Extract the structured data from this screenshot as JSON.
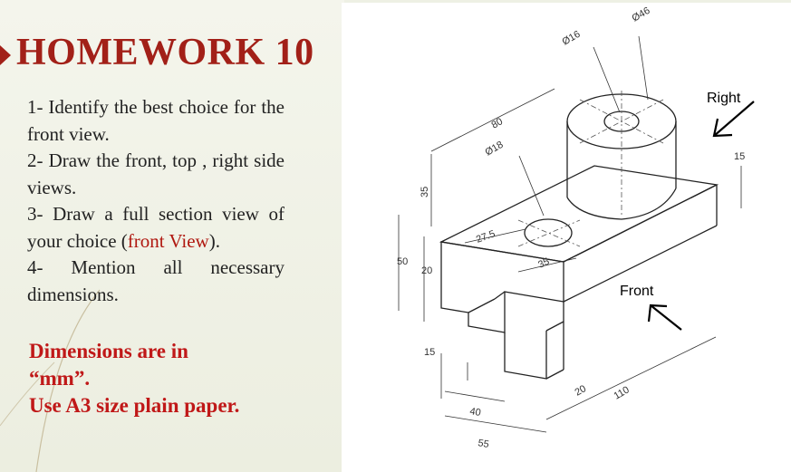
{
  "slide": {
    "title": "HOMEWORK 10",
    "instructions": {
      "item1": "1- Identify the best choice for the front view.",
      "item2": "2- Draw the front, top , right side views.",
      "item3_prefix": "3- Draw a full section view of your choice (",
      "item3_highlight": "front View",
      "item3_suffix": ").",
      "item4": "4- Mention all necessary dimensions."
    },
    "notes": {
      "line1": "Dimensions are in",
      "line2": "“mm”.",
      "line3": "Use A3 size plain paper."
    },
    "colors": {
      "title": "#a22018",
      "highlight": "#b01810",
      "note": "#c01818"
    }
  },
  "drawing": {
    "view_labels": {
      "right": "Right",
      "front": "Front"
    },
    "dimensions": {
      "d46": "Ø46",
      "d16": "Ø16",
      "d80": "80",
      "d18": "Ø18",
      "d35": "35",
      "d27_5": "27.5",
      "d15_right": "15",
      "d35_top": "35",
      "d50": "50",
      "d20": "20",
      "d15_slot": "15",
      "d20_bottom": "20",
      "d110": "110",
      "d40": "40",
      "d55": "55"
    }
  }
}
